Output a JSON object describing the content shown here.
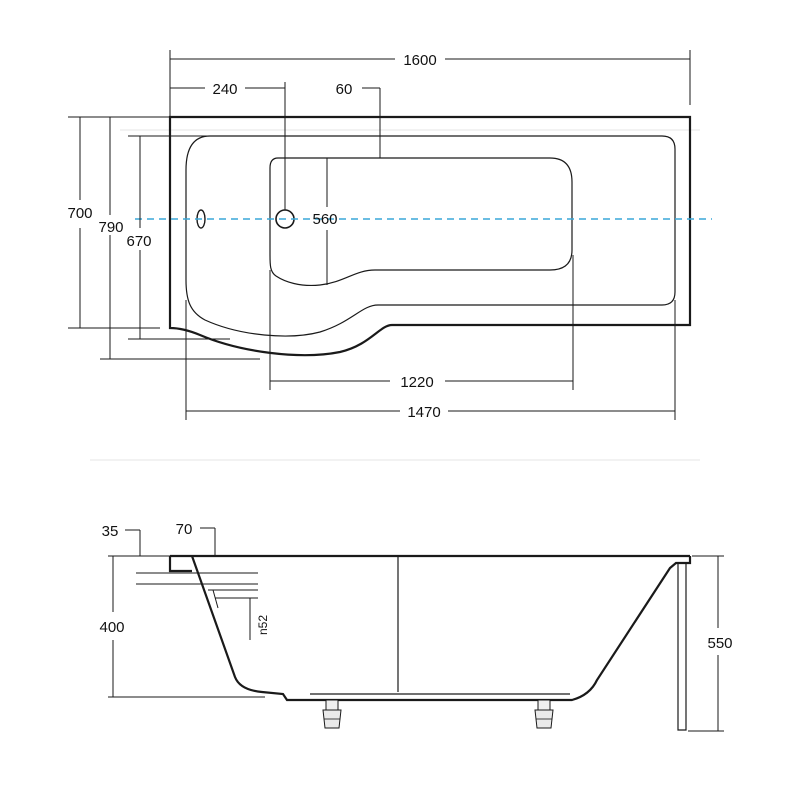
{
  "top_view": {
    "dim_overall_length": "1600",
    "dim_tap_offset": "240",
    "dim_rim": "60",
    "dim_width_700": "700",
    "dim_width_790": "790",
    "dim_width_670": "670",
    "dim_inner_560": "560",
    "dim_bottom_1220": "1220",
    "dim_inner_length_1470": "1470"
  },
  "side_view": {
    "dim_35": "35",
    "dim_70": "70",
    "dim_400": "400",
    "dim_n52": "n52",
    "dim_550": "550"
  },
  "colors": {
    "line": "#1a1a1a",
    "centerline": "#3aa7d8"
  }
}
